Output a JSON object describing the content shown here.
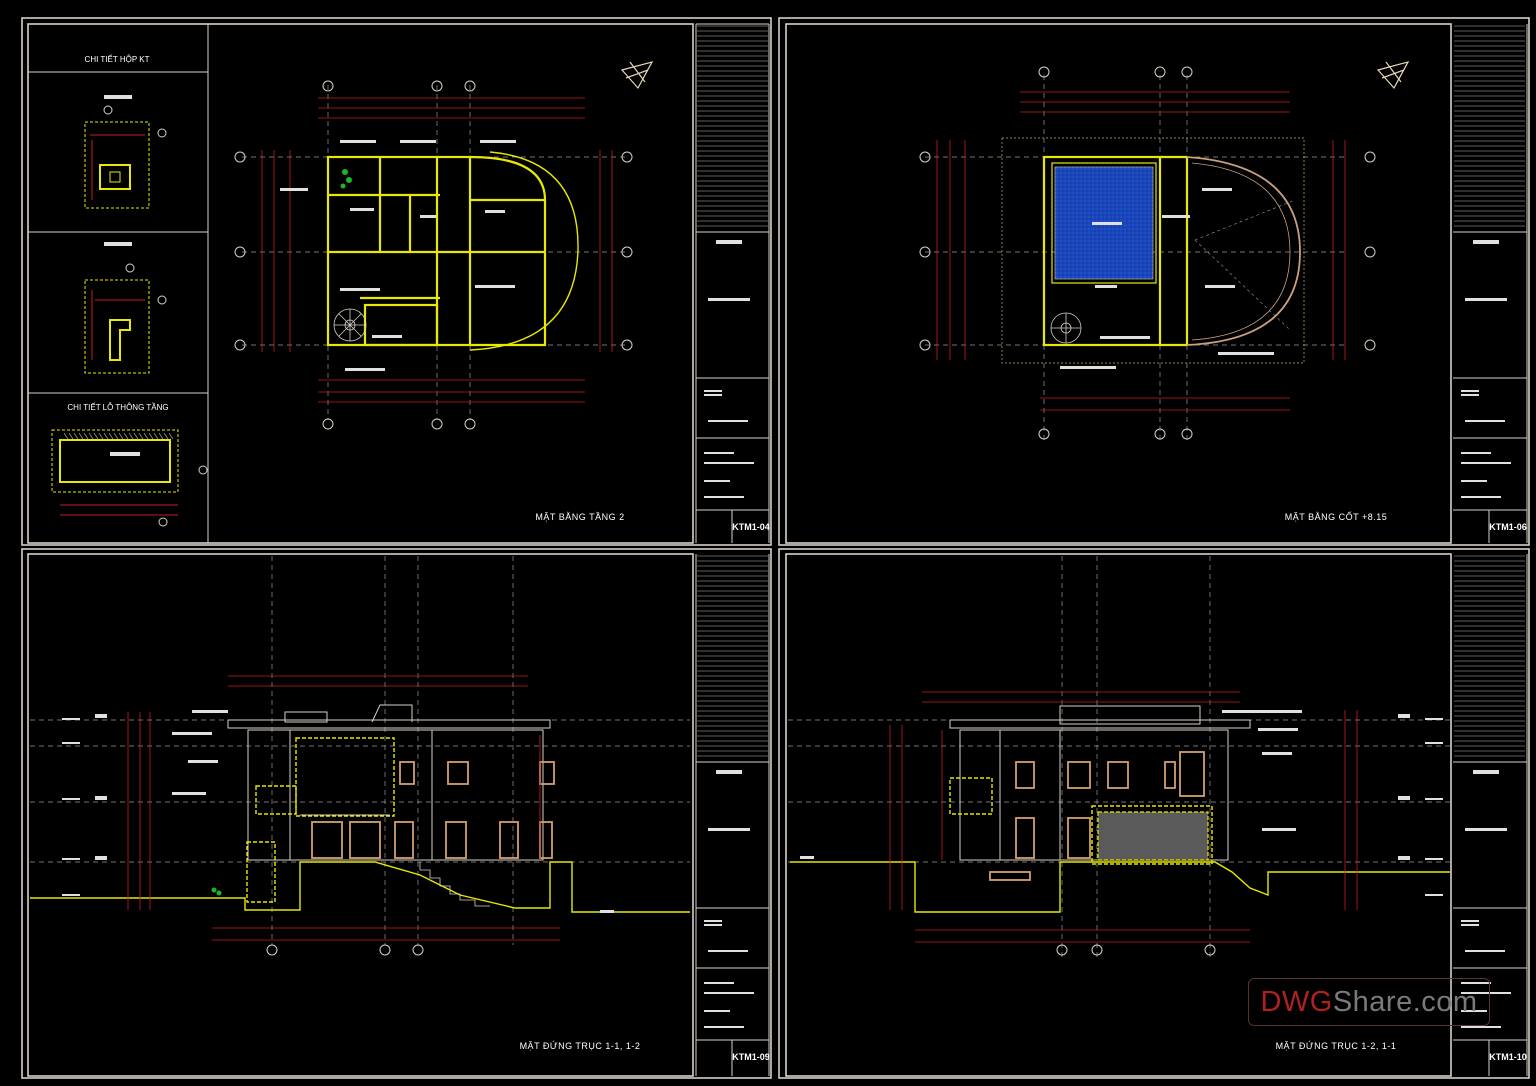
{
  "sheets": [
    {
      "title": "MẶT BẰNG TẦNG 2",
      "code": "KTM1-04"
    },
    {
      "title": "MẶT BẰNG CỐT +8.15",
      "code": "KTM1-06"
    },
    {
      "title": "MẶT ĐỨNG TRỤC 1-1, 1-2",
      "code": "KTM1-09"
    },
    {
      "title": "MẶT ĐỨNG TRỤC 1-2, 1-1",
      "code": "KTM1-10"
    }
  ],
  "details": {
    "box_title": "CHI TIẾT HỘP KT",
    "void_title": "CHI TIẾT LỖ THÔNG TẦNG"
  },
  "watermark": {
    "part1": "DWG",
    "part2": "Share.com"
  },
  "colors": {
    "frame": "#e8e8e8",
    "wall": "#e8e800",
    "dimension": "#c81e1e",
    "grid": "#9a9a9a",
    "pool": "#1e4fc8",
    "wood": "#d2a070",
    "watermark_red": "#b02020"
  },
  "icons": [
    "north-arrow-icon"
  ]
}
